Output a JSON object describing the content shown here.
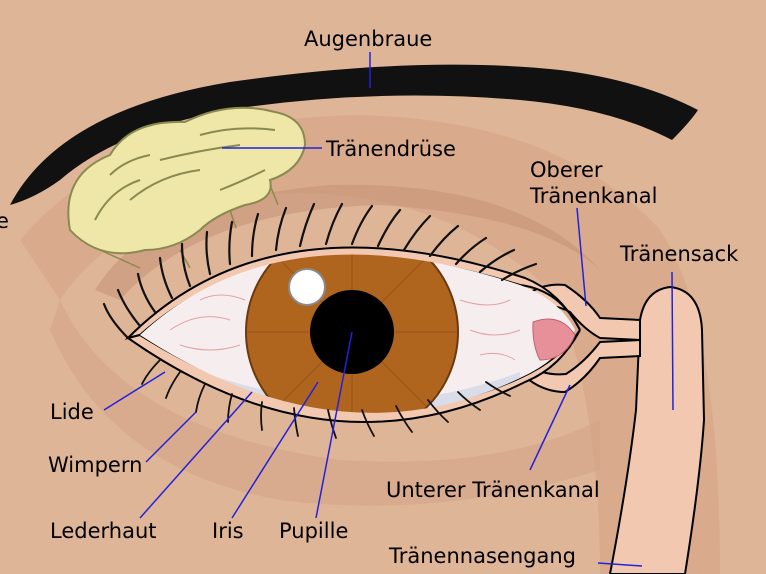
{
  "labels": {
    "augenbraue": "Augenbraue",
    "traenendruese": "Tränendrüse",
    "oberer_line1": "Oberer",
    "oberer_line2": "Tränenkanal",
    "traenensack": "Tränensack",
    "lide": "Lide",
    "wimpern": "Wimpern",
    "lederhaut": "Lederhaut",
    "iris": "Iris",
    "pupille": "Pupille",
    "unterer": "Unterer Tränenkanal",
    "nasengang": "Tränennasengang",
    "cut_left": "e"
  },
  "colors": {
    "skin": "#dfb598",
    "skin_shade": "#d4a283",
    "skin_dark": "#c79477",
    "eyebrow": "#111111",
    "gland": "#efe7a8",
    "sclera": "#f6eeee",
    "iris": "#b0651e",
    "pupil": "#000000",
    "duct": "#f2c9b0",
    "caruncle": "#e8909a",
    "leader": "#2222dd"
  }
}
